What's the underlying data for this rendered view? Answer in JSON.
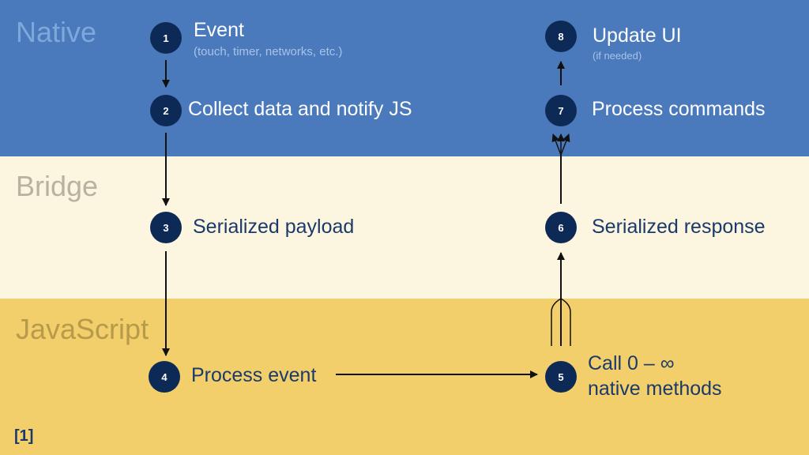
{
  "layers": {
    "native": "Native",
    "bridge": "Bridge",
    "javascript": "JavaScript"
  },
  "steps": [
    {
      "number": "1",
      "text": "Event",
      "subtext": "(touch, timer, networks, etc.)"
    },
    {
      "number": "2",
      "text": "Collect data and notify JS"
    },
    {
      "number": "3",
      "text": "Serialized payload"
    },
    {
      "number": "4",
      "text": "Process event"
    },
    {
      "number": "5",
      "text": "Call 0 – ∞",
      "text_line2": "native methods"
    },
    {
      "number": "6",
      "text": "Serialized response"
    },
    {
      "number": "7",
      "text": "Process commands"
    },
    {
      "number": "8",
      "text": "Update UI",
      "subtext": "(if needed)"
    }
  ],
  "footnote": "[1]",
  "colors": {
    "native_band": "#4a7abc",
    "bridge_band": "#fcf6e0",
    "javascript_band": "#f2cf6b",
    "step_circle": "#0d2a57",
    "arrow": "#111111"
  }
}
